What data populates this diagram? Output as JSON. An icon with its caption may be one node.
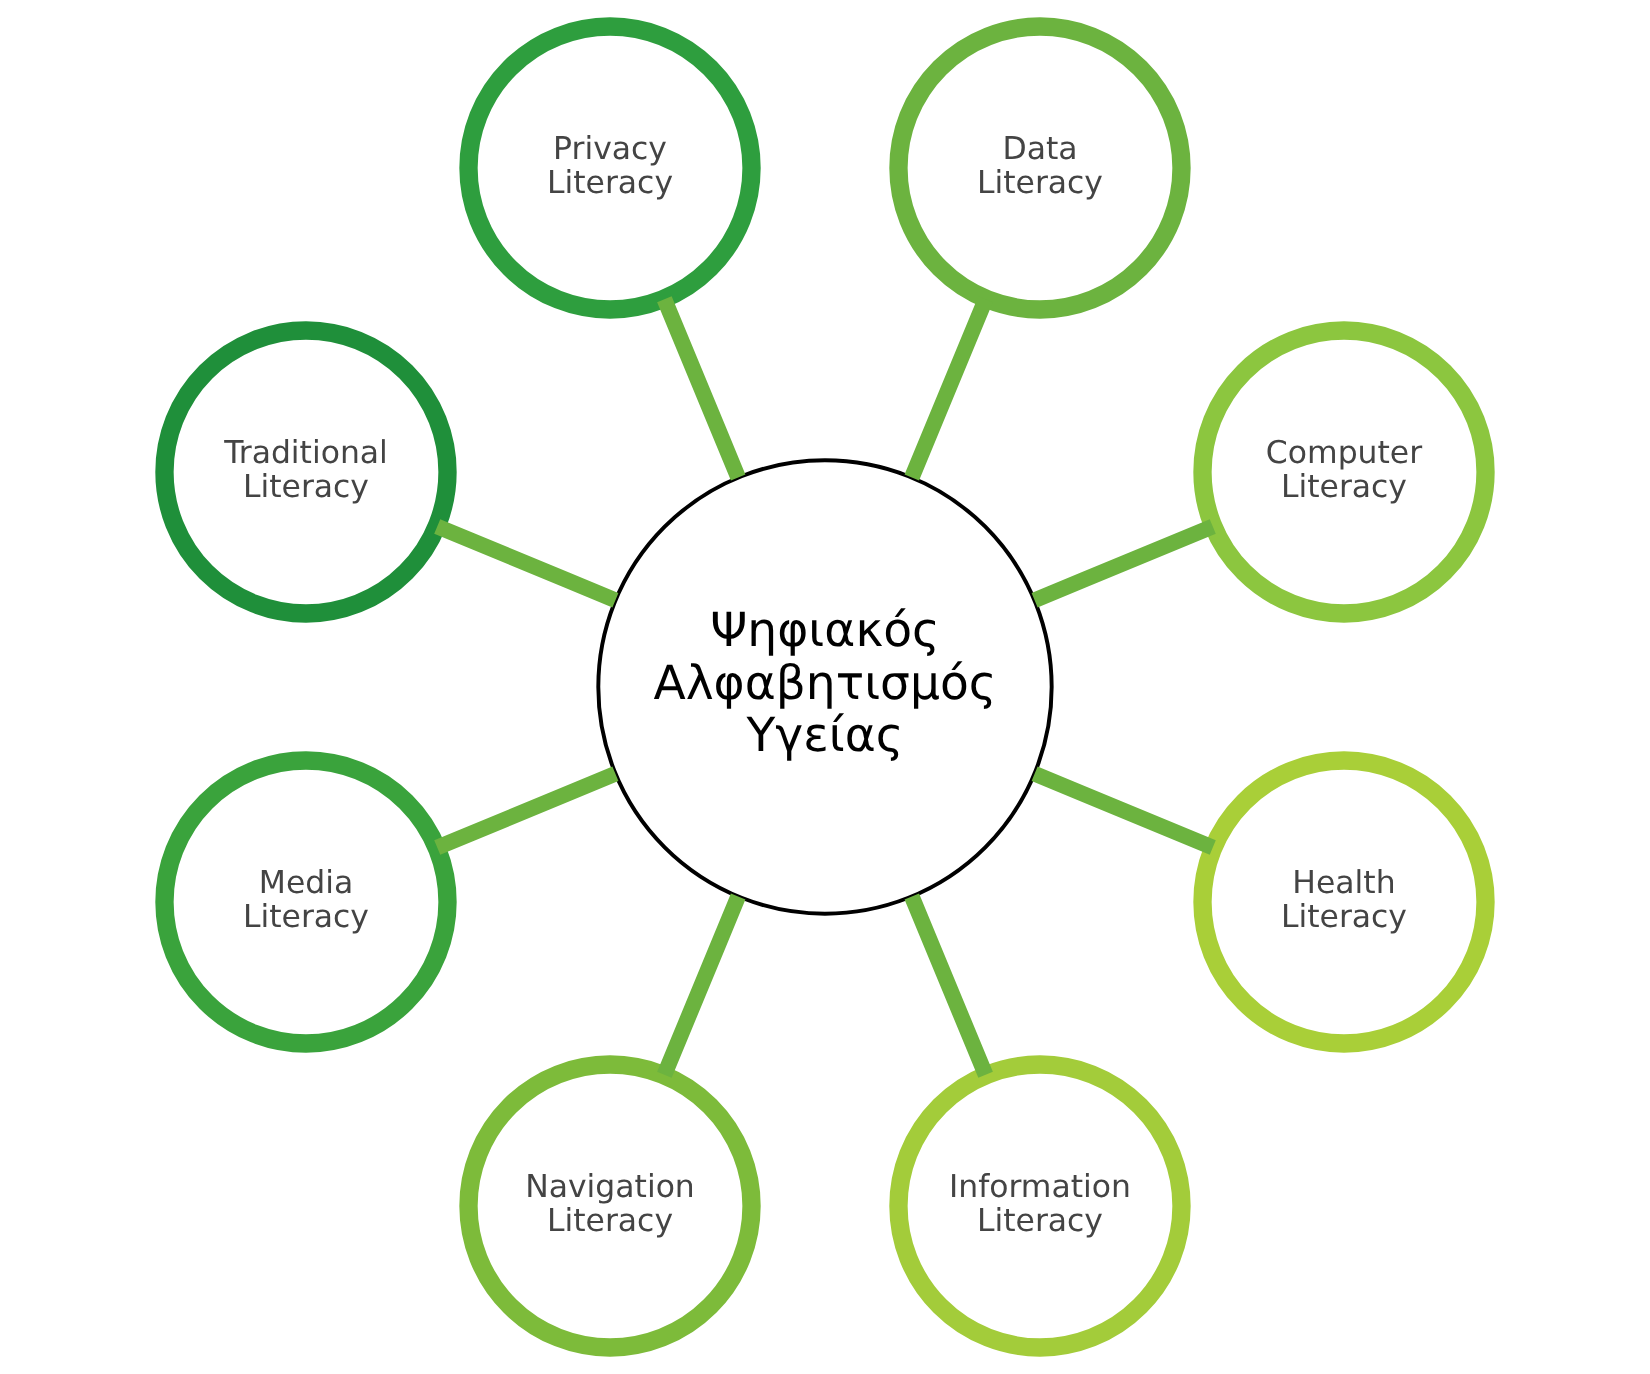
{
  "diagram": {
    "nodes": [
      {
        "text": [
          "Ψηφιακός Αλφαβητισμός Υγείας"
        ]
      },
      {
        "text": [
          "Computer Literacy"
        ]
      },
      {
        "text": [
          "Data Literacy"
        ]
      },
      {
        "text": [
          "Privacy Literacy"
        ]
      },
      {
        "text": [
          "Traditional Literacy"
        ]
      },
      {
        "text": [
          "Media Literacy"
        ]
      },
      {
        "text": [
          "Navigation Literacy"
        ]
      },
      {
        "text": [
          "Information Literacy"
        ]
      },
      {
        "text": [
          "Health Literacy"
        ]
      }
    ],
    "edges": [
      {
        "from": 0,
        "to": 1,
        "arrow": "none"
      },
      {
        "from": 0,
        "to": 2,
        "arrow": "none"
      },
      {
        "from": 0,
        "to": 3,
        "arrow": "none"
      },
      {
        "from": 0,
        "to": 4,
        "arrow": "none"
      },
      {
        "from": 0,
        "to": 5,
        "arrow": "none"
      },
      {
        "from": 0,
        "to": 6,
        "arrow": "none"
      },
      {
        "from": 0,
        "to": 7,
        "arrow": "none"
      },
      {
        "from": 0,
        "to": 8,
        "arrow": "none"
      }
    ]
  }
}
